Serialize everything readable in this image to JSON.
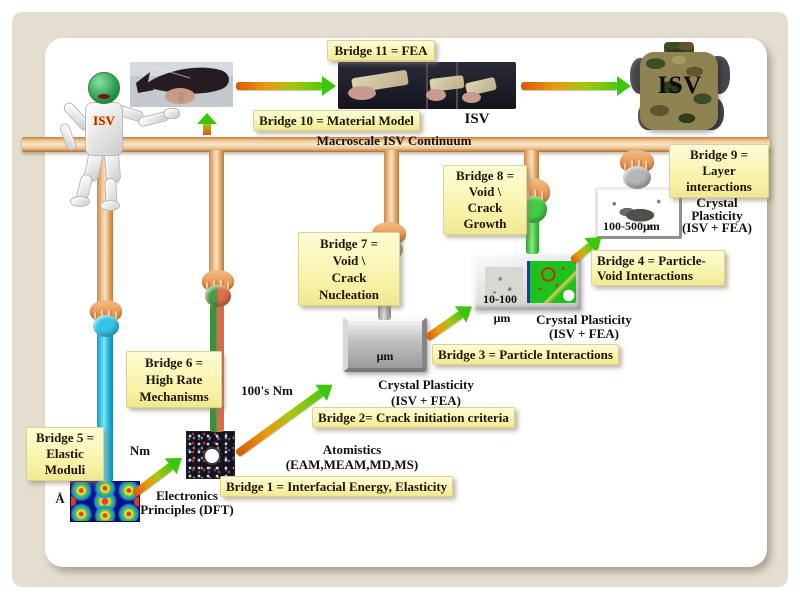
{
  "colors": {
    "slide-bg": "#E4DED0",
    "panel-bg": "#FFFFFF",
    "label-bg": "#F7F2A6",
    "label-text": "#201409",
    "bar-tan": "#E9BE8A",
    "pole-cyan": "#33C4E6",
    "pole-green": "#44CB44",
    "pole-red": "#DD6B49",
    "pole-gray": "#B5B5B5",
    "arrow-orange": "#D85A0B",
    "arrow-green": "#4FC90D"
  },
  "continuum": {
    "label": "Macroscale ISV Continuum"
  },
  "macro": {
    "isv_caption": "ISV",
    "vest_text": "ISV"
  },
  "bridges": {
    "b1": {
      "label": "Bridge 1 = Interfacial Energy, Elasticity"
    },
    "b2": {
      "label": "Bridge 2= Crack initiation criteria"
    },
    "b3": {
      "label": "Bridge 3 = Particle Interactions"
    },
    "b4": {
      "lines": [
        "Bridge 4 = Particle-",
        "Void Interactions"
      ]
    },
    "b5": {
      "lines": [
        "Bridge 5 =",
        "Elastic",
        "Moduli"
      ]
    },
    "b6": {
      "lines": [
        "Bridge 6 =",
        "High Rate",
        "Mechanisms"
      ]
    },
    "b7": {
      "lines": [
        "Bridge 7 =",
        "Void \\",
        "Crack",
        "Nucleation"
      ]
    },
    "b8": {
      "lines": [
        "Bridge 8 =",
        "Void \\",
        "Crack",
        "Growth"
      ]
    },
    "b9": {
      "lines": [
        "Bridge 9 =",
        "Layer",
        "interactions"
      ]
    },
    "b10": {
      "label": "Bridge 10 = Material Model"
    },
    "b11": {
      "label": "Bridge 11 = FEA"
    }
  },
  "meso_right": {
    "size": "100-500μm",
    "lines": [
      "Crystal",
      "Plasticity",
      "(ISV + FEA)"
    ]
  },
  "meso_mid": {
    "size_value": "10-100",
    "size_unit": "μm",
    "lines": [
      "Crystal Plasticity",
      "(ISV + FEA)"
    ]
  },
  "micro_block": {
    "unit": "μm",
    "lines": [
      "Crystal Plasticity",
      "(ISV + FEA)"
    ]
  },
  "atomistics": {
    "title": "Atomistics",
    "methods": "(EAM,MEAM,MD,MS)",
    "scale_upper": "100's Nm",
    "scale_lower": "Nm"
  },
  "electronics": {
    "lines": [
      "Electronics",
      "Principles (DFT)"
    ],
    "scale": "Å"
  }
}
